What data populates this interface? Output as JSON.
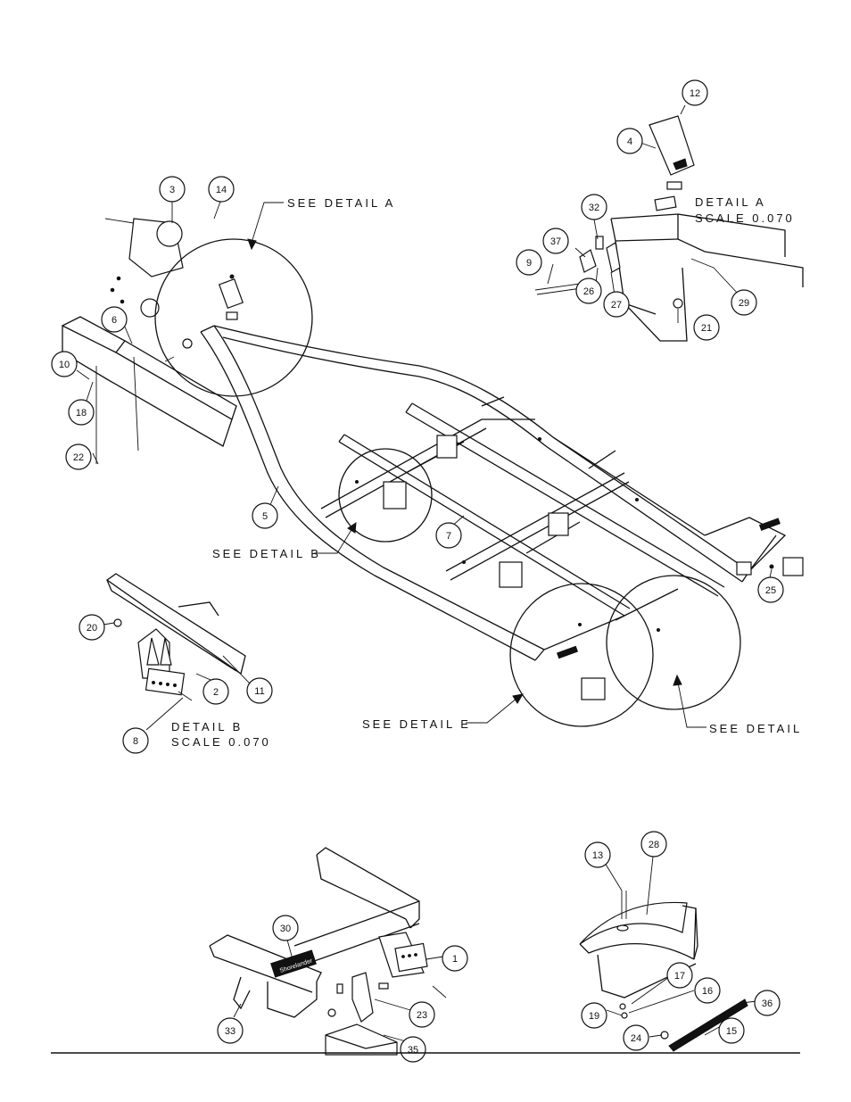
{
  "callouts": [
    {
      "id": "c1",
      "num": "1"
    },
    {
      "id": "c2",
      "num": "2"
    },
    {
      "id": "c3",
      "num": "3"
    },
    {
      "id": "c4",
      "num": "4"
    },
    {
      "id": "c5",
      "num": "5"
    },
    {
      "id": "c6",
      "num": "6"
    },
    {
      "id": "c7",
      "num": "7"
    },
    {
      "id": "c8",
      "num": "8"
    },
    {
      "id": "c9",
      "num": "9"
    },
    {
      "id": "c10",
      "num": "10"
    },
    {
      "id": "c11",
      "num": "11"
    },
    {
      "id": "c12",
      "num": "12"
    },
    {
      "id": "c13",
      "num": "13"
    },
    {
      "id": "c14",
      "num": "14"
    },
    {
      "id": "c15",
      "num": "15"
    },
    {
      "id": "c16",
      "num": "16"
    },
    {
      "id": "c17",
      "num": "17"
    },
    {
      "id": "c18",
      "num": "18"
    },
    {
      "id": "c19",
      "num": "19"
    },
    {
      "id": "c20",
      "num": "20"
    },
    {
      "id": "c21",
      "num": "21"
    },
    {
      "id": "c22",
      "num": "22"
    },
    {
      "id": "c23",
      "num": "23"
    },
    {
      "id": "c24",
      "num": "24"
    },
    {
      "id": "c25",
      "num": "25"
    },
    {
      "id": "c26",
      "num": "26"
    },
    {
      "id": "c27",
      "num": "27"
    },
    {
      "id": "c28",
      "num": "28"
    },
    {
      "id": "c29",
      "num": "29"
    },
    {
      "id": "c30",
      "num": "30"
    },
    {
      "id": "c32",
      "num": "32"
    },
    {
      "id": "c33",
      "num": "33"
    },
    {
      "id": "c35",
      "num": "35"
    },
    {
      "id": "c36",
      "num": "36"
    },
    {
      "id": "c37",
      "num": "37"
    }
  ],
  "labels": {
    "see_detail_a": "SEE DETAIL  A",
    "see_detail_b": "SEE DETAIL  B",
    "see_detail_e": "SEE DETAIL  E",
    "see_detail_right": "SEE DETAIL",
    "detail_a_title": "DETAIL  A",
    "detail_a_scale": "SCALE  0.070",
    "detail_b_title": "DETAIL  B",
    "detail_b_scale": "SCALE  0.070"
  },
  "logo_text": "Shorelander"
}
